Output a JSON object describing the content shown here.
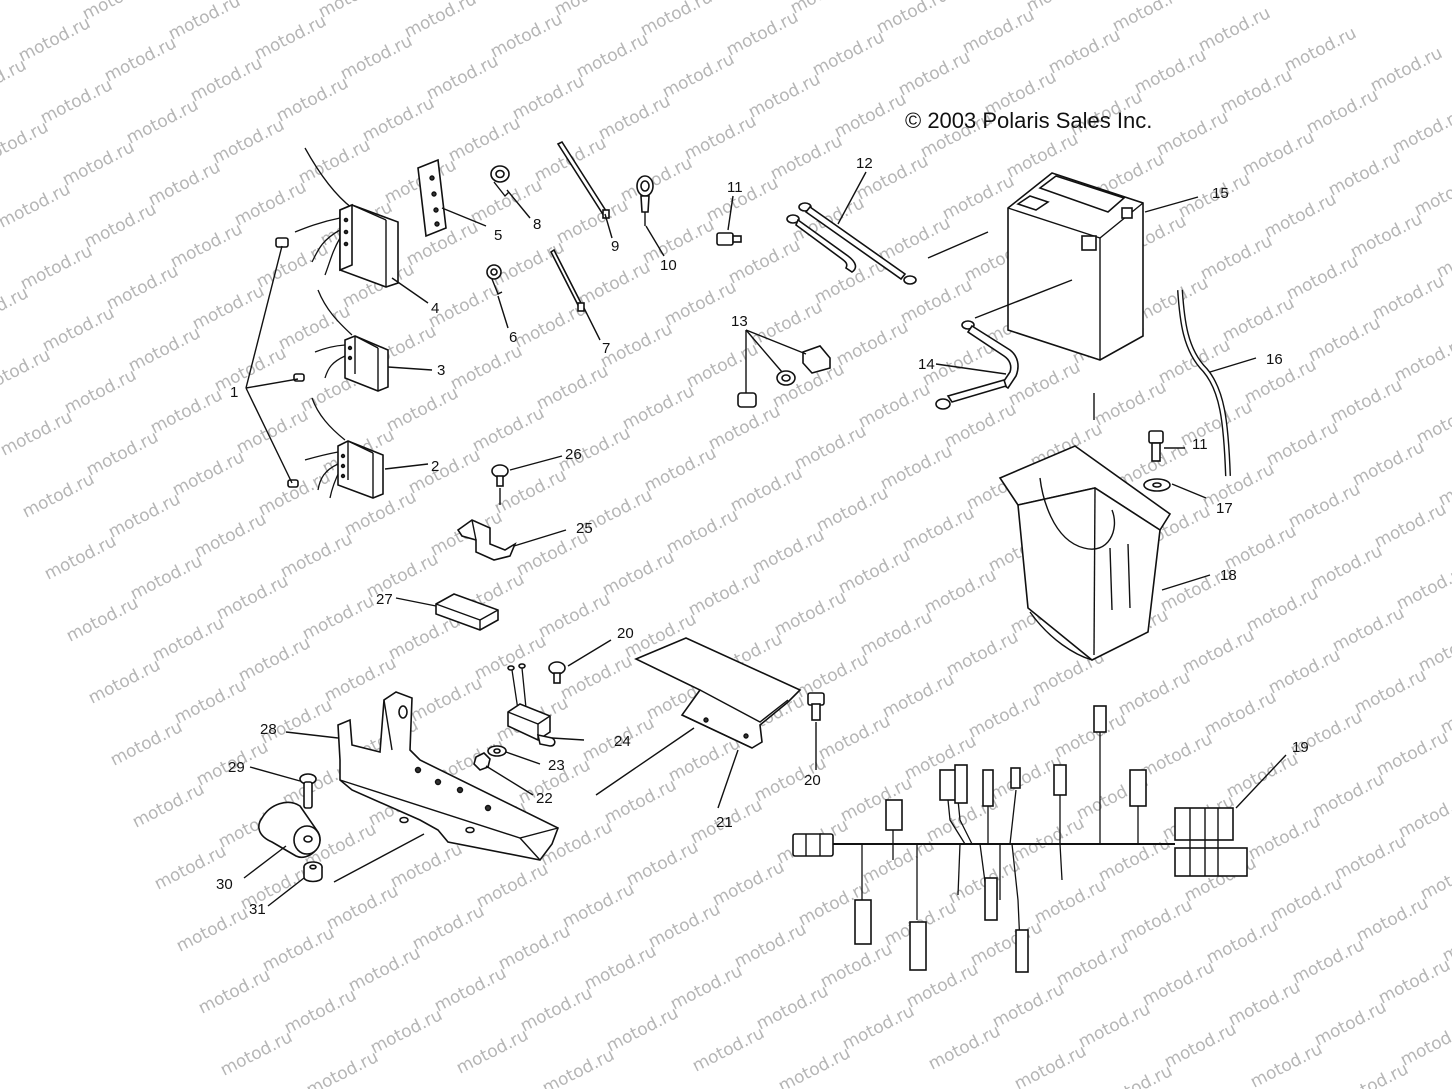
{
  "copyright": "© 2003 Polaris Sales Inc.",
  "watermark": "motod.ru",
  "callouts": [
    {
      "id": "c1",
      "text": "1"
    },
    {
      "id": "c2",
      "text": "2"
    },
    {
      "id": "c3",
      "text": "3"
    },
    {
      "id": "c4",
      "text": "4"
    },
    {
      "id": "c5",
      "text": "5"
    },
    {
      "id": "c6",
      "text": "6"
    },
    {
      "id": "c7",
      "text": "7"
    },
    {
      "id": "c8",
      "text": "8"
    },
    {
      "id": "c9",
      "text": "9"
    },
    {
      "id": "c10",
      "text": "10"
    },
    {
      "id": "c11a",
      "text": "11"
    },
    {
      "id": "c11b",
      "text": "11"
    },
    {
      "id": "c12",
      "text": "12"
    },
    {
      "id": "c13",
      "text": "13"
    },
    {
      "id": "c14",
      "text": "14"
    },
    {
      "id": "c15",
      "text": "15"
    },
    {
      "id": "c16",
      "text": "16"
    },
    {
      "id": "c17",
      "text": "17"
    },
    {
      "id": "c18",
      "text": "18"
    },
    {
      "id": "c19",
      "text": "19"
    },
    {
      "id": "c20a",
      "text": "20"
    },
    {
      "id": "c20b",
      "text": "20"
    },
    {
      "id": "c21",
      "text": "21"
    },
    {
      "id": "c22",
      "text": "22"
    },
    {
      "id": "c23",
      "text": "23"
    },
    {
      "id": "c24",
      "text": "24"
    },
    {
      "id": "c25",
      "text": "25"
    },
    {
      "id": "c26",
      "text": "26"
    },
    {
      "id": "c27",
      "text": "27"
    },
    {
      "id": "c28",
      "text": "28"
    },
    {
      "id": "c29",
      "text": "29"
    },
    {
      "id": "c30",
      "text": "30"
    },
    {
      "id": "c31",
      "text": "31"
    }
  ]
}
